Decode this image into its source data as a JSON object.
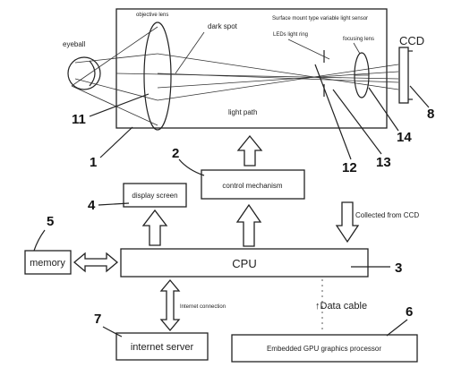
{
  "labels": {
    "eyeball": "eyeball",
    "objective_lens": "objective lens",
    "dark_spot": "dark spot",
    "sensor": "Surface mount type variable light sensor",
    "led_ring": "LEDs light ring",
    "focusing_lens": "focusing lens",
    "ccd_top": "CCD",
    "light_path": "light path",
    "control_mechanism": "control mechanism",
    "display_screen": "display screen",
    "collected_from_ccd": "Collected from CCD",
    "memory": "memory",
    "cpu": "CPU",
    "data_cable": "↑Data cable",
    "internet_connection": "Internet connection",
    "internet_server": "internet server",
    "gpu": "Embedded GPU graphics processor"
  },
  "numbers": {
    "n1": "1",
    "n2": "2",
    "n3": "3",
    "n4": "4",
    "n5": "5",
    "n6": "6",
    "n7": "7",
    "n8": "8",
    "n11": "11",
    "n12": "12",
    "n13": "13",
    "n14": "14"
  }
}
